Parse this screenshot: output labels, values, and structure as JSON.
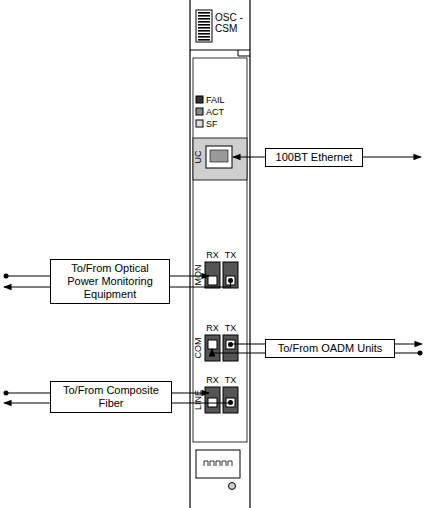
{
  "diagram": {
    "nodes": [
      {
        "text": [
          "100BT Ethernet"
        ]
      },
      {
        "text": [
          "To/From Optical Power Monitoring Equipment"
        ]
      },
      {
        "text": [
          "To/From OADM Units"
        ]
      },
      {
        "text": [
          "To/From Composite Fiber"
        ]
      }
    ],
    "labels": [
      "OSC -CSM",
      "FAIL",
      "ACT",
      "SF",
      "UC",
      "MON",
      "RX",
      "TX",
      "COM",
      "RX",
      "TX",
      "LINE",
      "RX",
      "TX"
    ]
  }
}
